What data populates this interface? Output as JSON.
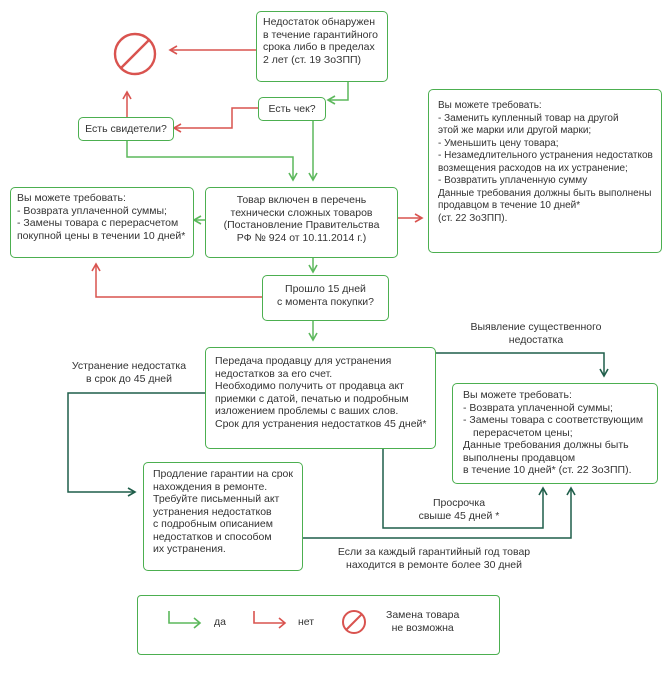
{
  "nodes": {
    "start": [
      "Недостаток обнаружен",
      "в течение гарантийного",
      "срока либо в пределах",
      "2 лет (ст. 19 ЗоЗПП)"
    ],
    "check": "Есть чек?",
    "witnesses": "Есть свидетели?",
    "left_demand": [
      "Вы можете требовать:",
      "- Возврата уплаченной суммы;",
      "- Замены товара с перерасчетом",
      "покупной цены в течении 10 дней*"
    ],
    "complex_goods": [
      "Товар включен в перечень",
      "технически сложных товаров",
      "(Постановление Правительства",
      "РФ № 924 от 10.11.2014 г.)"
    ],
    "right_demand": [
      "Вы можете требовать:",
      "- Заменить купленный товар на другой",
      "этой же марки или другой марки;",
      "- Уменьшить цену товара;",
      "- Незамедлительного устранения недостатков",
      "возмещения расходов на их устранение;",
      "- Возвратить уплаченную сумму",
      "Данные требования должны быть выполнены",
      "продавцом в течение 10 дней*",
      "(ст. 22 ЗоЗПП)."
    ],
    "days15": [
      "Прошло 15 дней",
      "с момента покупки?"
    ],
    "transfer": [
      "Передача продавцу для устранения",
      "недостатков за его счет.",
      "Необходимо получить от продавца акт",
      "приемки с датой, печатью и подробным",
      "изложением проблемы с ваших слов.",
      "Срок для устранения недостатков 45 дней*"
    ],
    "bottom_right_demand": [
      "Вы можете требовать:",
      "- Возврата уплаченной суммы;",
      "- Замены товара с соответствующим",
      "перерасчетом цены;",
      "Данные требования должны быть",
      "выполнены продавцом",
      "в течение 10 дней* (ст. 22 ЗоЗПП)."
    ],
    "warranty": [
      "Продление гарантии на срок",
      "нахождения в ремонте.",
      "Требуйте письменный акт",
      "устранения недостатков",
      "с подробным описанием",
      "недостатков и способом",
      "их устранения."
    ]
  },
  "labels": {
    "significant": [
      "Выявление существенного",
      "недостатка"
    ],
    "fix45": [
      "Устранение недостатка",
      "в срок до 45 дней"
    ],
    "overdue": [
      "Просрочка",
      "свыше 45 дней *"
    ],
    "over30": [
      "Если за каждый гарантийный год товар",
      "находится в ремонте более 30 дней"
    ]
  },
  "legend": {
    "yes": "да",
    "no": "нет",
    "impossible": [
      "Замена товара",
      "не возможна"
    ]
  },
  "colors": {
    "yes": "#5cb85c",
    "no": "#d9534f",
    "dark": "#1f5e4a",
    "border": "#4caf50",
    "forbidden": "#d9534f"
  }
}
